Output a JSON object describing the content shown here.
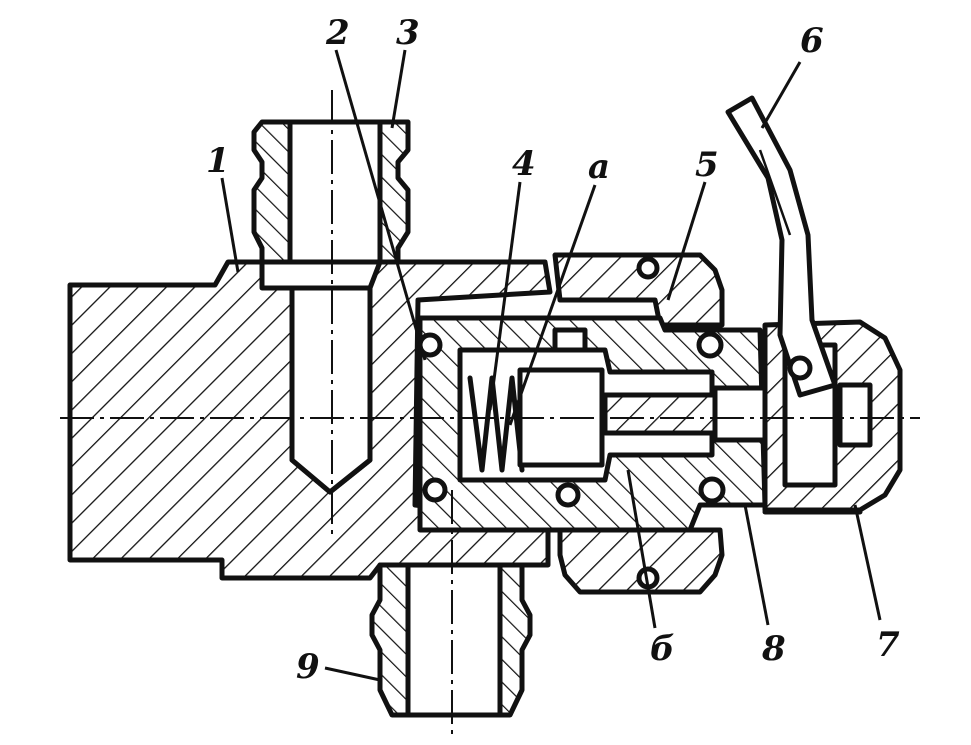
{
  "labels": {
    "l1": "1",
    "l2": "2",
    "l3": "3",
    "l4": "4",
    "la": "a",
    "l5": "5",
    "l6": "6",
    "l6b": "б",
    "l8": "8",
    "l7": "7",
    "l9": "9"
  }
}
